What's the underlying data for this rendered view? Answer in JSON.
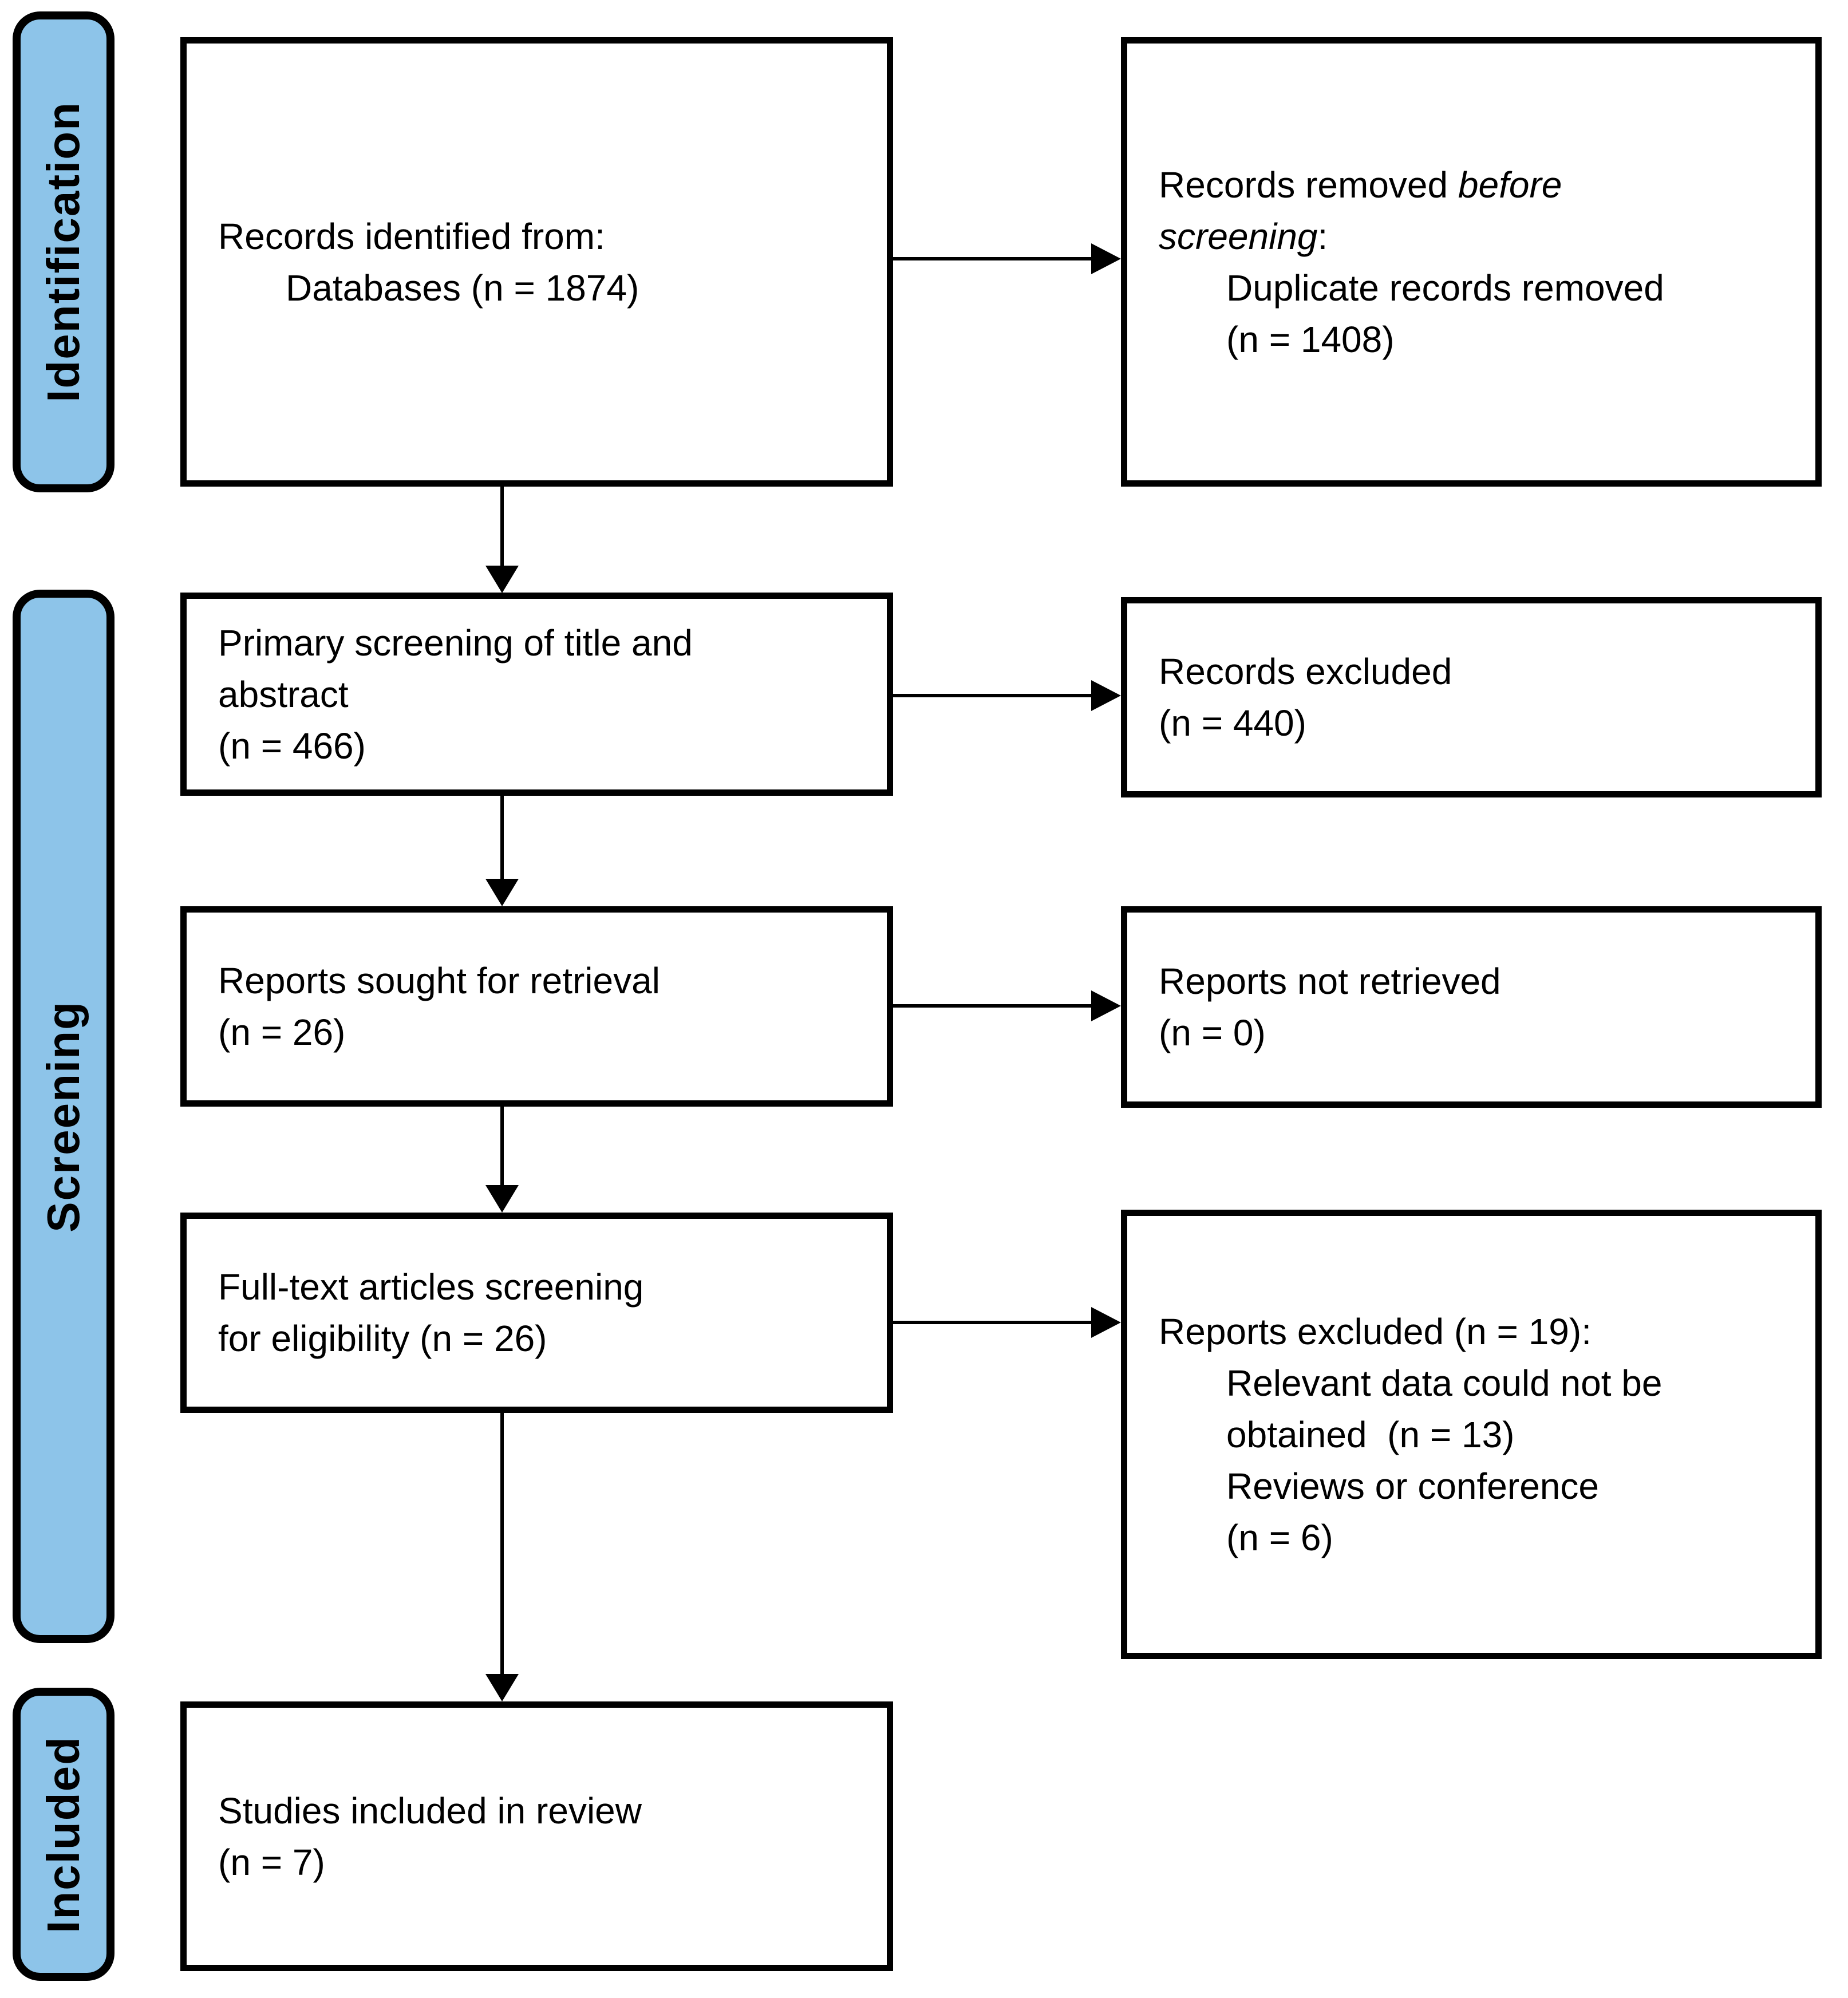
{
  "stages": {
    "identification": "Identification",
    "screening": "Screening",
    "included": "Included"
  },
  "colors": {
    "stage_fill": "#8DC4E9",
    "box_fill": "#FFFFFF",
    "line_color": "#000000",
    "text_color": "#000000"
  },
  "boxes": {
    "identified": {
      "line1": "Records identified from:",
      "line2": "Databases (n = 1874)"
    },
    "removed": {
      "line1_regular": "Records removed ",
      "line1_italic": "before",
      "line2_italic": "screening",
      "line2_regular": ":",
      "line3": "Duplicate records removed",
      "line4": "(n = 1408)"
    },
    "primary_screening": {
      "line1": "Primary screening of title and",
      "line2": "abstract",
      "line3": "(n = 466)"
    },
    "records_excluded": {
      "line1": "Records excluded",
      "line2": "(n = 440)"
    },
    "reports_sought": {
      "line1": "Reports sought for retrieval",
      "line2": "(n = 26)"
    },
    "reports_not_retrieved": {
      "line1": "Reports not retrieved",
      "line2": "(n = 0)"
    },
    "fulltext_screening": {
      "line1": "Full-text articles screening",
      "line2": "for eligibility (n = 26)"
    },
    "reports_excluded": {
      "line1": "Reports excluded (n = 19):",
      "line2": "Relevant data could not be",
      "line3": "obtained  (n = 13)",
      "line4": "Reviews or conference",
      "line5": "(n = 6)"
    },
    "studies_included": {
      "line1": "Studies included in review",
      "line2": "(n = 7)"
    }
  }
}
